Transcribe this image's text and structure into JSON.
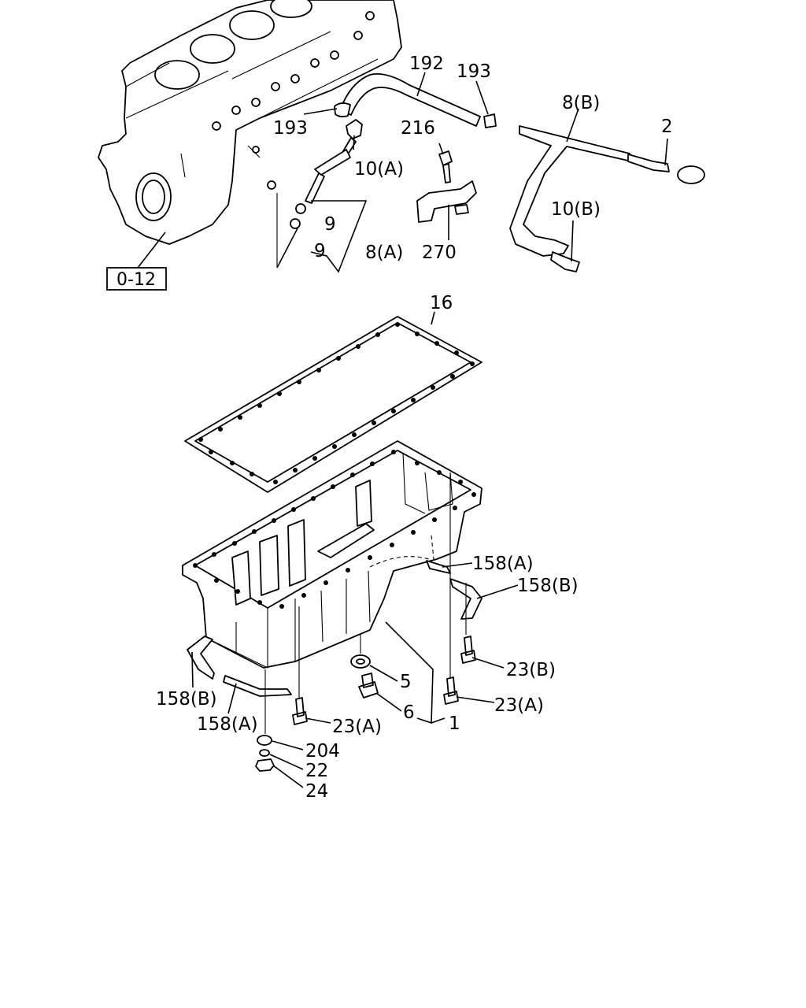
{
  "reference_box": "0-12",
  "callouts": {
    "c192": "192",
    "c193_right": "193",
    "c193_left": "193",
    "c8b": "8(B)",
    "c2": "2",
    "c216": "216",
    "c10a": "10(A)",
    "c9_upper": "9",
    "c9_lower": "9",
    "c8a": "8(A)",
    "c270": "270",
    "c10b": "10(B)",
    "c16": "16",
    "c158a_right": "158(A)",
    "c158b_right": "158(B)",
    "c23b": "23(B)",
    "c5": "5",
    "c23a_right": "23(A)",
    "c6": "6",
    "c1": "1",
    "c158b_left": "158(B)",
    "c158a_left": "158(A)",
    "c23a_left": "23(A)",
    "c204": "204",
    "c22": "22",
    "c24": "24"
  }
}
